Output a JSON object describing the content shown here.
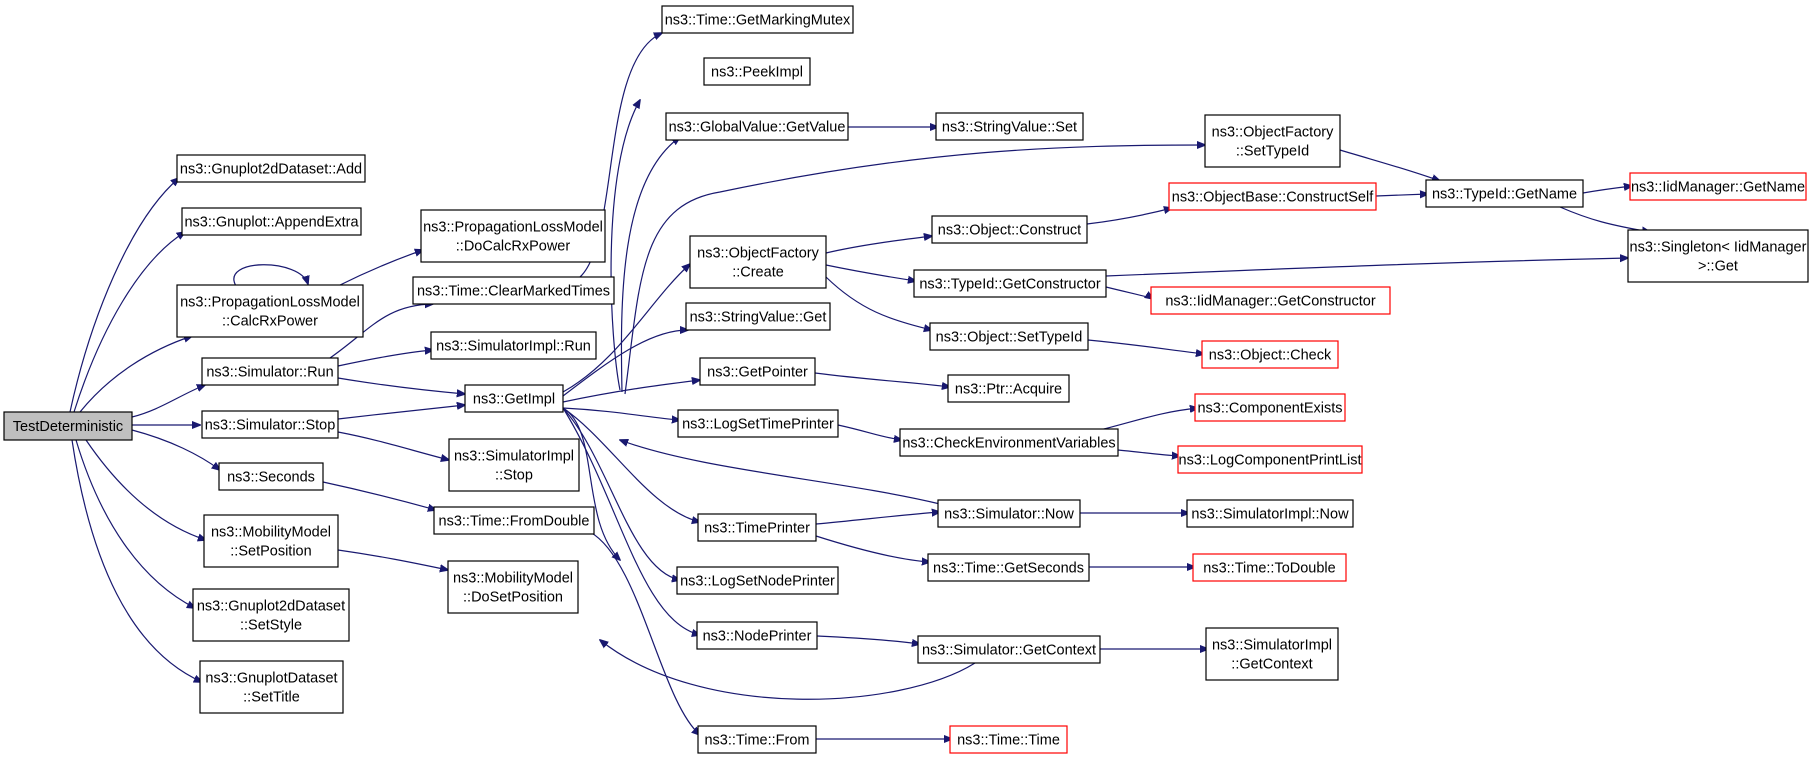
{
  "colors": {
    "edge": "#191970",
    "node_border": "#000000",
    "node_border_undocumented": "#ff0000",
    "root_fill": "#bfbfbf",
    "node_fill": "#ffffff"
  },
  "nodes": [
    {
      "id": "testdet",
      "lines": [
        "TestDeterministic"
      ],
      "style": "root"
    },
    {
      "id": "g2d_add",
      "lines": [
        "ns3::Gnuplot2dDataset::Add"
      ]
    },
    {
      "id": "gp_append",
      "lines": [
        "ns3::Gnuplot::AppendExtra"
      ]
    },
    {
      "id": "plm_calc",
      "lines": [
        "ns3::PropagationLossModel",
        "::CalcRxPower"
      ]
    },
    {
      "id": "sim_run",
      "lines": [
        "ns3::Simulator::Run"
      ]
    },
    {
      "id": "sim_stop",
      "lines": [
        "ns3::Simulator::Stop"
      ]
    },
    {
      "id": "seconds",
      "lines": [
        "ns3::Seconds"
      ]
    },
    {
      "id": "mm_setpos",
      "lines": [
        "ns3::MobilityModel",
        "::SetPosition"
      ]
    },
    {
      "id": "g2d_setstyle",
      "lines": [
        "ns3::Gnuplot2dDataset",
        "::SetStyle"
      ]
    },
    {
      "id": "gpd_settitle",
      "lines": [
        "ns3::GnuplotDataset",
        "::SetTitle"
      ]
    },
    {
      "id": "plm_docalc",
      "lines": [
        "ns3::PropagationLossModel",
        "::DoCalcRxPower"
      ]
    },
    {
      "id": "time_clear",
      "lines": [
        "ns3::Time::ClearMarkedTimes"
      ]
    },
    {
      "id": "simimpl_run",
      "lines": [
        "ns3::SimulatorImpl::Run"
      ]
    },
    {
      "id": "getimpl",
      "lines": [
        "ns3::GetImpl"
      ]
    },
    {
      "id": "simimpl_stop",
      "lines": [
        "ns3::SimulatorImpl",
        "::Stop"
      ]
    },
    {
      "id": "time_fromdouble",
      "lines": [
        "ns3::Time::FromDouble"
      ]
    },
    {
      "id": "mm_dosetpos",
      "lines": [
        "ns3::MobilityModel",
        "::DoSetPosition"
      ]
    },
    {
      "id": "time_mutex",
      "lines": [
        "ns3::Time::GetMarkingMutex"
      ]
    },
    {
      "id": "peekimpl",
      "lines": [
        "ns3::PeekImpl"
      ]
    },
    {
      "id": "gv_getvalue",
      "lines": [
        "ns3::GlobalValue::GetValue"
      ]
    },
    {
      "id": "of_create",
      "lines": [
        "ns3::ObjectFactory",
        "::Create"
      ]
    },
    {
      "id": "sv_get",
      "lines": [
        "ns3::StringValue::Get"
      ]
    },
    {
      "id": "getpointer",
      "lines": [
        "ns3::GetPointer"
      ]
    },
    {
      "id": "logsettime",
      "lines": [
        "ns3::LogSetTimePrinter"
      ]
    },
    {
      "id": "timeprinter",
      "lines": [
        "ns3::TimePrinter"
      ]
    },
    {
      "id": "logsetnode",
      "lines": [
        "ns3::LogSetNodePrinter"
      ]
    },
    {
      "id": "nodeprinter",
      "lines": [
        "ns3::NodePrinter"
      ]
    },
    {
      "id": "time_from",
      "lines": [
        "ns3::Time::From"
      ]
    },
    {
      "id": "sv_set",
      "lines": [
        "ns3::StringValue::Set"
      ]
    },
    {
      "id": "obj_construct",
      "lines": [
        "ns3::Object::Construct"
      ]
    },
    {
      "id": "tid_getctor",
      "lines": [
        "ns3::TypeId::GetConstructor"
      ]
    },
    {
      "id": "obj_settid",
      "lines": [
        "ns3::Object::SetTypeId"
      ]
    },
    {
      "id": "ptr_acquire",
      "lines": [
        "ns3::Ptr::Acquire"
      ]
    },
    {
      "id": "checkenv",
      "lines": [
        "ns3::CheckEnvironmentVariables"
      ]
    },
    {
      "id": "sim_now",
      "lines": [
        "ns3::Simulator::Now"
      ]
    },
    {
      "id": "time_getsec",
      "lines": [
        "ns3::Time::GetSeconds"
      ]
    },
    {
      "id": "sim_getctx",
      "lines": [
        "ns3::Simulator::GetContext"
      ]
    },
    {
      "id": "of_settid",
      "lines": [
        "ns3::ObjectFactory",
        "::SetTypeId"
      ]
    },
    {
      "id": "ob_constructself",
      "lines": [
        "ns3::ObjectBase::ConstructSelf"
      ],
      "style": "red"
    },
    {
      "id": "iid_getctor",
      "lines": [
        "ns3::IidManager::GetConstructor"
      ],
      "style": "red"
    },
    {
      "id": "obj_check",
      "lines": [
        "ns3::Object::Check"
      ],
      "style": "red"
    },
    {
      "id": "compexists",
      "lines": [
        "ns3::ComponentExists"
      ],
      "style": "red"
    },
    {
      "id": "logcompprint",
      "lines": [
        "ns3::LogComponentPrintList"
      ],
      "style": "red"
    },
    {
      "id": "simimpl_now",
      "lines": [
        "ns3::SimulatorImpl::Now"
      ]
    },
    {
      "id": "time_todouble",
      "lines": [
        "ns3::Time::ToDouble"
      ],
      "style": "red"
    },
    {
      "id": "simimpl_getctx",
      "lines": [
        "ns3::SimulatorImpl",
        "::GetContext"
      ]
    },
    {
      "id": "time_time",
      "lines": [
        "ns3::Time::Time"
      ],
      "style": "red"
    },
    {
      "id": "tid_getname",
      "lines": [
        "ns3::TypeId::GetName"
      ]
    },
    {
      "id": "iid_getname",
      "lines": [
        "ns3::IidManager::GetName"
      ],
      "style": "red"
    },
    {
      "id": "singleton_get",
      "lines": [
        "ns3::Singleton< IidManager",
        ">::Get"
      ]
    }
  ],
  "edges": [
    [
      "testdet",
      "g2d_add"
    ],
    [
      "testdet",
      "gp_append"
    ],
    [
      "testdet",
      "plm_calc"
    ],
    [
      "testdet",
      "sim_run"
    ],
    [
      "testdet",
      "sim_stop"
    ],
    [
      "testdet",
      "seconds"
    ],
    [
      "testdet",
      "mm_setpos"
    ],
    [
      "testdet",
      "g2d_setstyle"
    ],
    [
      "testdet",
      "gpd_settitle"
    ],
    [
      "plm_calc",
      "plm_calc"
    ],
    [
      "plm_calc",
      "plm_docalc"
    ],
    [
      "sim_run",
      "time_clear"
    ],
    [
      "sim_run",
      "simimpl_run"
    ],
    [
      "sim_run",
      "getimpl"
    ],
    [
      "sim_stop",
      "getimpl"
    ],
    [
      "sim_stop",
      "simimpl_stop"
    ],
    [
      "seconds",
      "time_fromdouble"
    ],
    [
      "mm_setpos",
      "mm_dosetpos"
    ],
    [
      "time_clear",
      "time_mutex"
    ],
    [
      "getimpl",
      "peekimpl"
    ],
    [
      "getimpl",
      "gv_getvalue"
    ],
    [
      "getimpl",
      "of_settid"
    ],
    [
      "getimpl",
      "of_create"
    ],
    [
      "getimpl",
      "sv_get"
    ],
    [
      "getimpl",
      "getpointer"
    ],
    [
      "getimpl",
      "logsettime"
    ],
    [
      "getimpl",
      "timeprinter"
    ],
    [
      "getimpl",
      "logsetnode"
    ],
    [
      "getimpl",
      "nodeprinter"
    ],
    [
      "getimpl",
      "time_from"
    ],
    [
      "time_fromdouble",
      "time_from"
    ],
    [
      "gv_getvalue",
      "sv_set"
    ],
    [
      "of_create",
      "obj_construct"
    ],
    [
      "of_create",
      "tid_getctor"
    ],
    [
      "of_create",
      "obj_settid"
    ],
    [
      "getpointer",
      "ptr_acquire"
    ],
    [
      "logsettime",
      "checkenv"
    ],
    [
      "timeprinter",
      "sim_now"
    ],
    [
      "timeprinter",
      "time_getsec"
    ],
    [
      "nodeprinter",
      "sim_getctx"
    ],
    [
      "obj_construct",
      "ob_constructself"
    ],
    [
      "tid_getctor",
      "iid_getctor"
    ],
    [
      "tid_getctor",
      "singleton_get"
    ],
    [
      "obj_settid",
      "obj_check"
    ],
    [
      "checkenv",
      "compexists"
    ],
    [
      "checkenv",
      "logcompprint"
    ],
    [
      "sim_now",
      "getimpl"
    ],
    [
      "sim_now",
      "simimpl_now"
    ],
    [
      "time_getsec",
      "time_todouble"
    ],
    [
      "sim_getctx",
      "getimpl"
    ],
    [
      "sim_getctx",
      "simimpl_getctx"
    ],
    [
      "time_from",
      "time_time"
    ],
    [
      "of_settid",
      "tid_getname"
    ],
    [
      "ob_constructself",
      "tid_getname"
    ],
    [
      "tid_getname",
      "iid_getname"
    ],
    [
      "tid_getname",
      "singleton_get"
    ]
  ]
}
